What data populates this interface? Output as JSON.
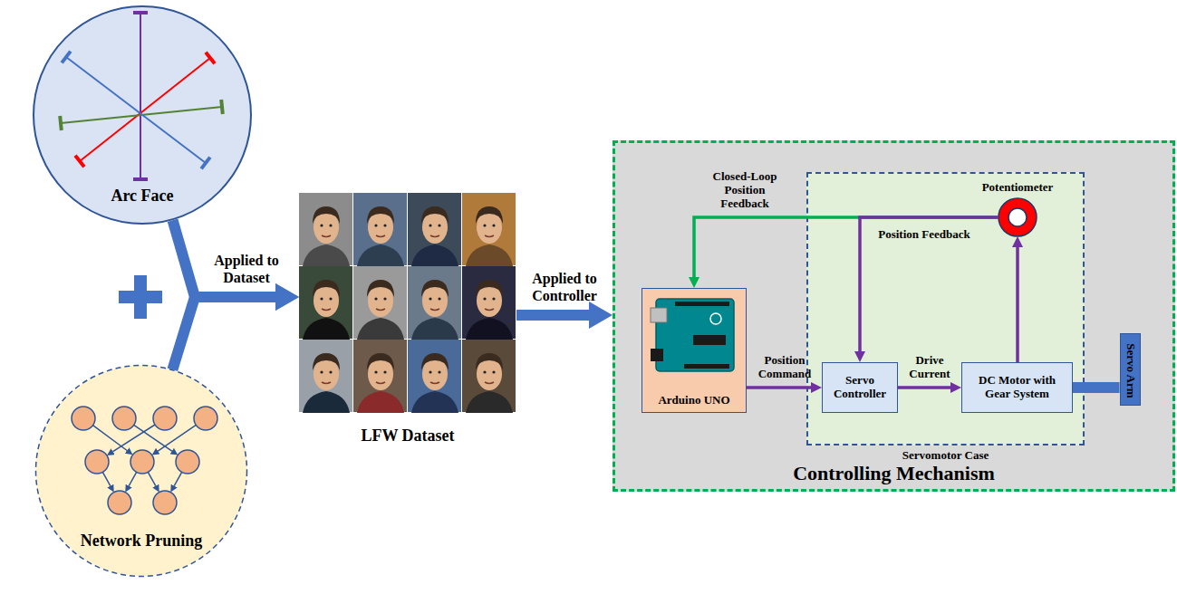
{
  "diagram": {
    "nodes": [
      {
        "text": [
          "Arc Face"
        ]
      },
      {
        "text": [
          "Network Pruning"
        ]
      },
      {
        "text": [
          "LFW Dataset"
        ]
      },
      {
        "text": [
          "Controlling Mechanism"
        ]
      },
      {
        "text": [
          "Arduino UNO"
        ],
        "in": 3
      },
      {
        "text": [
          "Servomotor Case"
        ],
        "in": 3
      },
      {
        "text": [
          "Servo Controller"
        ],
        "in": 5
      },
      {
        "text": [
          "DC Motor with Gear System"
        ],
        "in": 5
      },
      {
        "text": [
          "Potentiometer"
        ],
        "in": 5
      },
      {
        "text": [
          "Servo Arm"
        ],
        "in": 3
      }
    ],
    "edges": [
      {
        "from": 0,
        "to": 2,
        "label": "Applied to Dataset",
        "arrow": "to"
      },
      {
        "from": 1,
        "to": 2,
        "arrow": "to"
      },
      {
        "from": 2,
        "to": 3,
        "label": "Applied to Controller",
        "arrow": "to"
      },
      {
        "from": 8,
        "to": 4,
        "label": "Closed-Loop Position Feedback",
        "arrow": "to"
      },
      {
        "from": 8,
        "to": 6,
        "label": "Position Feedback",
        "arrow": "to"
      },
      {
        "from": 4,
        "to": 6,
        "label": "Position Command",
        "arrow": "to"
      },
      {
        "from": 6,
        "to": 7,
        "label": "Drive Current",
        "arrow": "to"
      },
      {
        "from": 7,
        "to": 8,
        "arrow": "to"
      },
      {
        "from": 7,
        "to": 9,
        "arrow": "none"
      }
    ]
  }
}
